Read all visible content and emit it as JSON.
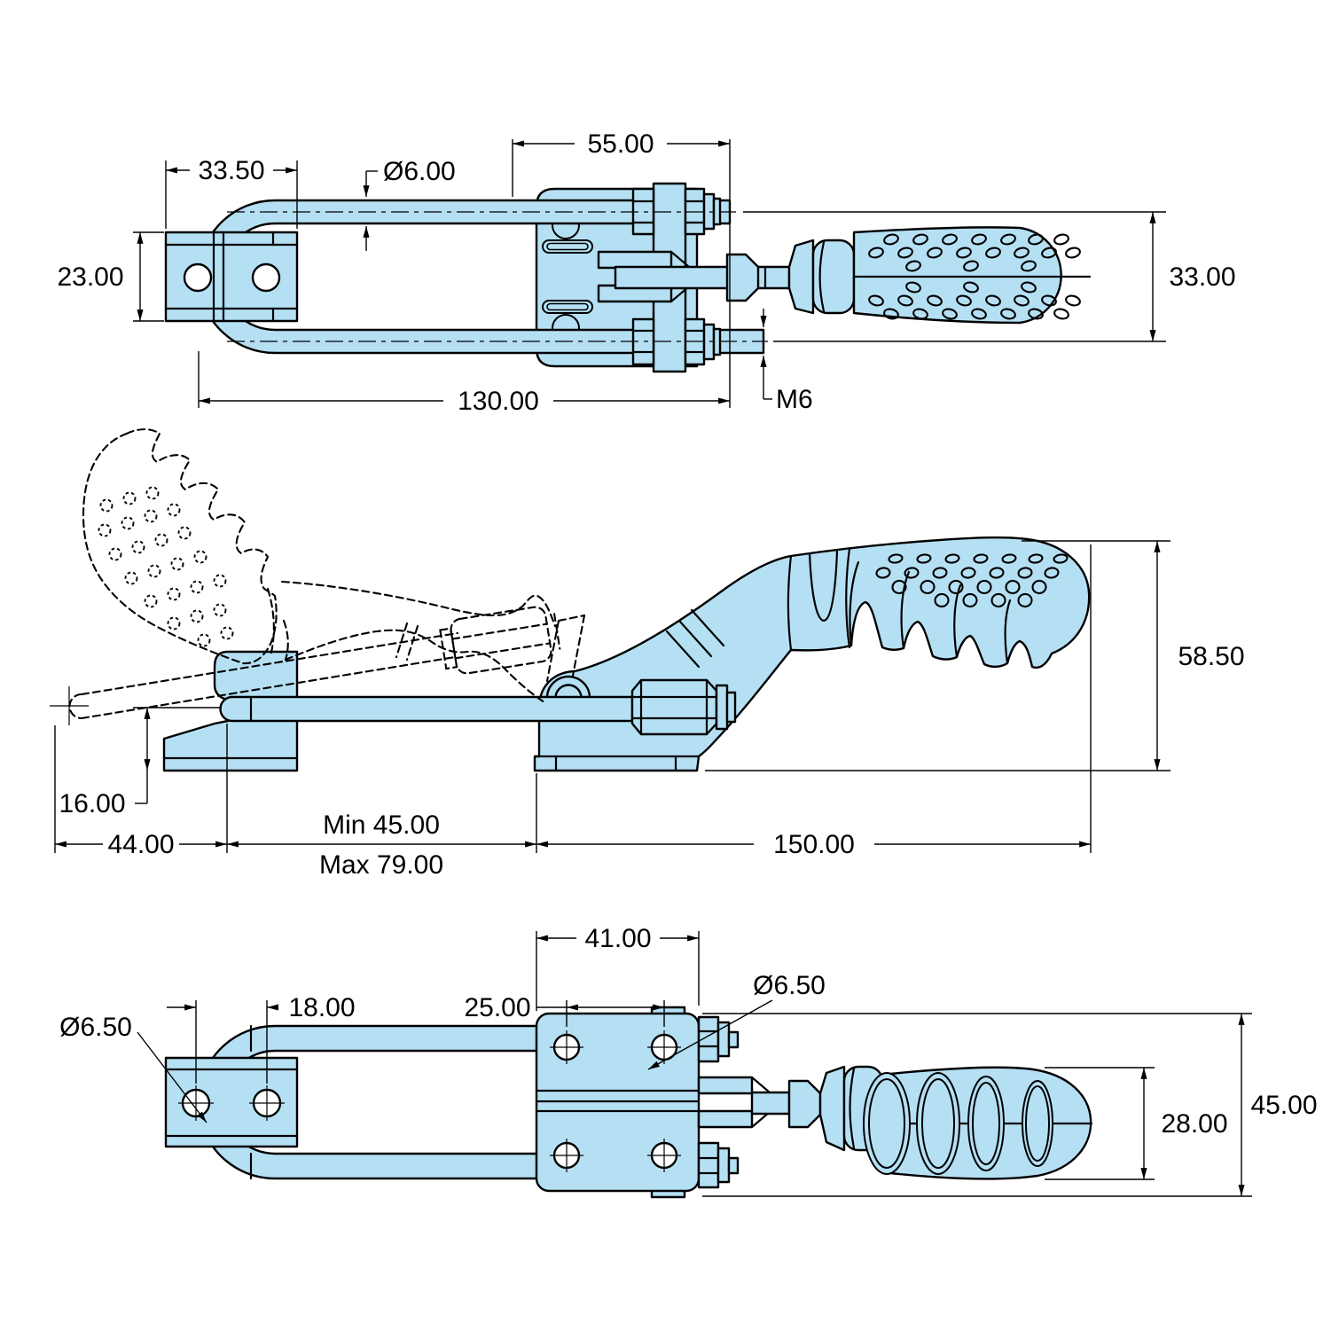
{
  "title": "Latch toggle clamp dimensioned drawing (three views)",
  "colors": {
    "part_fill": "#b5e0f4",
    "line": "#000000",
    "background": "#ffffff"
  },
  "views": {
    "top": {
      "labels": {
        "body_length": "55.00",
        "keeper_width": "33.50",
        "rod_diameter": "Ø6.00",
        "keeper_height": "23.00",
        "rod_span": "33.00",
        "ubolt_length": "130.00",
        "thread_size": "M6"
      }
    },
    "side": {
      "labels": {
        "overall_height": "58.50",
        "bar_height": "16.00",
        "bar_extension": "44.00",
        "adjust_min": "Min 45.00",
        "adjust_max": "Max 79.00",
        "body_length": "150.00"
      }
    },
    "bottom": {
      "labels": {
        "base_width": "41.00",
        "base_hole_spacing": "25.00",
        "keeper_hole_spacing": "18.00",
        "keeper_hole_diameter": "Ø6.50",
        "base_hole_diameter": "Ø6.50",
        "grip_width": "28.00",
        "overall_width": "45.00"
      }
    }
  }
}
